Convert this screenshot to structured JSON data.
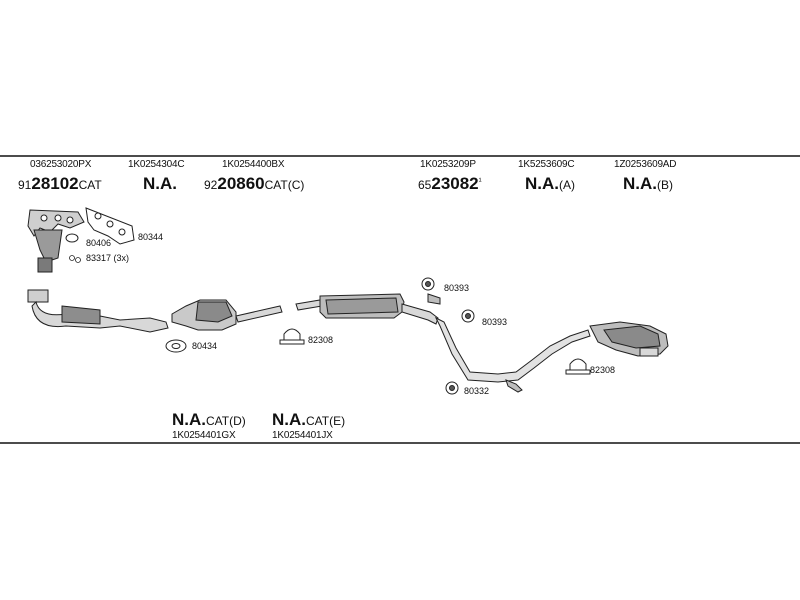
{
  "header": {
    "part_numbers": [
      {
        "pn": "036253020PX",
        "prefix": "91",
        "main": "28102",
        "suffix": "CAT"
      },
      {
        "pn": "1K0254304C",
        "prefix": "",
        "main": "N.A.",
        "suffix": ""
      },
      {
        "pn": "1K0254400BX",
        "prefix": "92",
        "main": "20860",
        "suffix": "CAT(C)"
      },
      {
        "pn": "1K0253209P",
        "prefix": "65",
        "main": "23082",
        "suffix": "¹"
      },
      {
        "pn": "1K5253609C",
        "prefix": "",
        "main": "N.A.",
        "suffix": "(A)"
      },
      {
        "pn": "1Z0253609AD",
        "prefix": "",
        "main": "N.A.",
        "suffix": "(B)"
      }
    ]
  },
  "bottom": {
    "part_numbers": [
      {
        "pn": "1K0254401GX",
        "main": "N.A.",
        "suffix": "CAT(D)"
      },
      {
        "pn": "1K0254401JX",
        "main": "N.A.",
        "suffix": "CAT(E)"
      }
    ]
  },
  "callouts": {
    "c80406": "80406",
    "c80344": "80344",
    "c83317": "83317 (3x)",
    "c80434": "80434",
    "c82308a": "82308",
    "c80393a": "80393",
    "c80393b": "80393",
    "c80332": "80332",
    "c82308b": "82308"
  },
  "colors": {
    "line": "#111111",
    "part_fill": "#bdbdbd",
    "part_dark": "#6b6b6b"
  }
}
